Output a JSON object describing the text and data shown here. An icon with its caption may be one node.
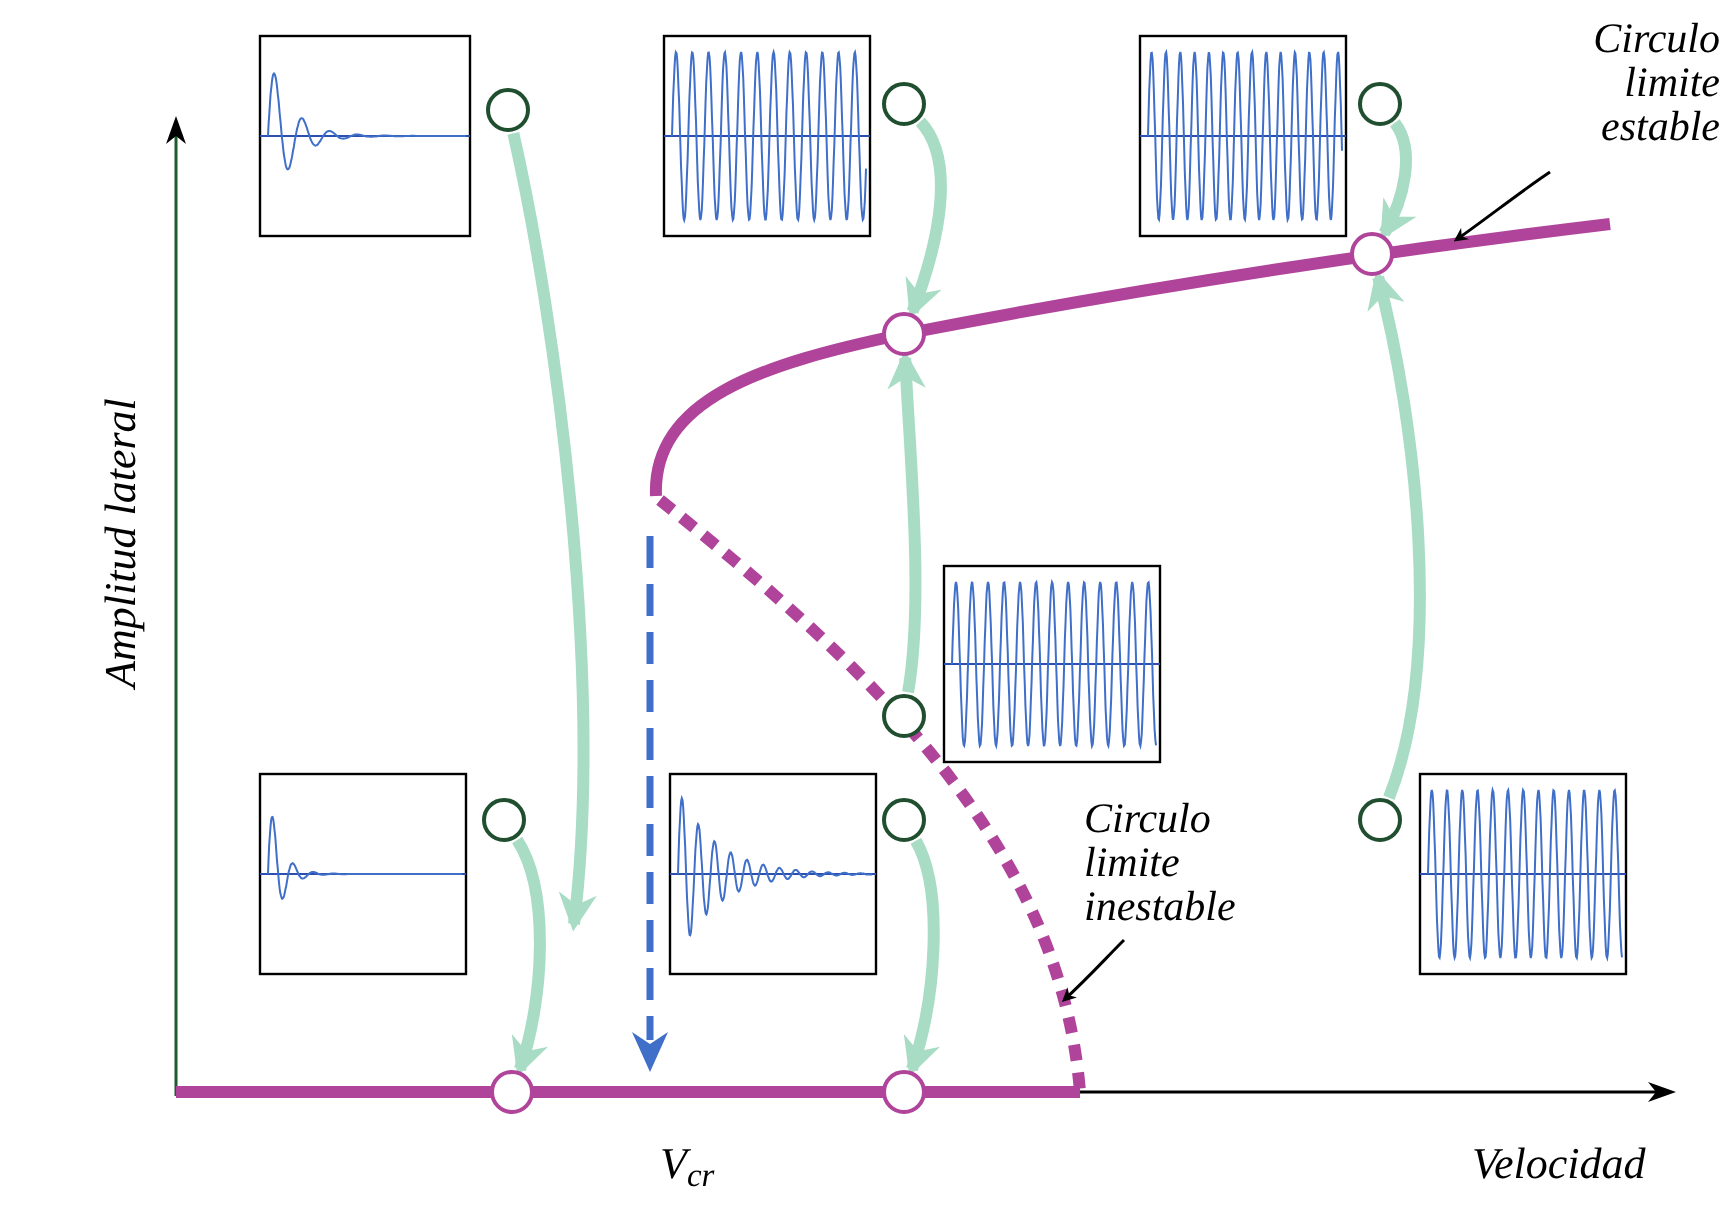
{
  "diagram": {
    "nodes": [
      {
        "text": [
          "Circulo limite estable"
        ]
      },
      {
        "text": [],
        "shape": "circle"
      },
      {
        "text": [],
        "shape": "circle"
      },
      {
        "text": [],
        "shape": "circle"
      },
      {
        "text": [],
        "shape": "circle"
      },
      {
        "text": [],
        "shape": "circle"
      },
      {
        "text": [],
        "shape": "circle"
      },
      {
        "text": [],
        "shape": "circle"
      },
      {
        "text": [],
        "shape": "circle"
      },
      {
        "text": [],
        "shape": "circle"
      },
      {
        "text": [
          "Circulo limite inestable"
        ]
      },
      {
        "text": [],
        "shape": "circle"
      },
      {
        "text": [],
        "shape": "circle"
      }
    ],
    "edges": [
      {
        "from": 1,
        "to": null,
        "arrow": "to"
      },
      {
        "from": 7,
        "to": 11,
        "arrow": "to"
      },
      {
        "from": 8,
        "to": 12,
        "arrow": "to"
      },
      {
        "from": 6,
        "to": 5,
        "arrow": "to"
      },
      {
        "from": 2,
        "to": 5,
        "arrow": "to"
      },
      {
        "from": 3,
        "to": 4,
        "arrow": "to"
      },
      {
        "from": 9,
        "to": 4,
        "arrow": "to"
      },
      {
        "from": 0,
        "to": null,
        "arrow": "to",
        "color": "#000000"
      },
      {
        "from": 10,
        "to": null,
        "arrow": "to",
        "color": "#000000"
      }
    ],
    "labels": [
      "Amplitud lateral",
      "V$_{cr}$",
      "Velocidad"
    ]
  }
}
